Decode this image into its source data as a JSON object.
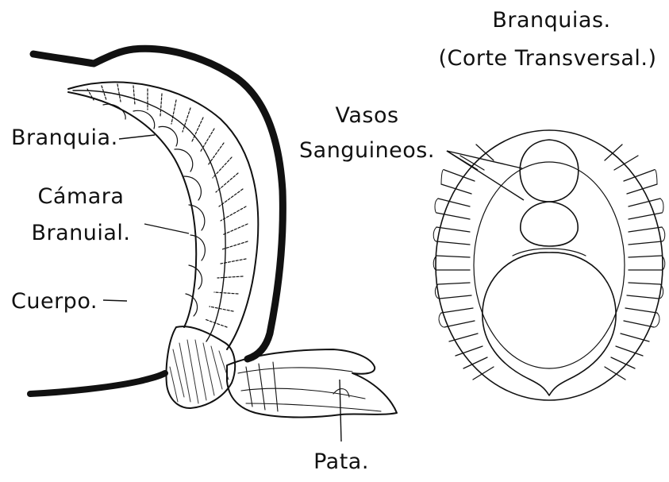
{
  "title": {
    "line1": "Branquias.",
    "line2": "(Corte Transversal.)"
  },
  "labels": {
    "branquia": "Branquia.",
    "camara_line1": "Cámara",
    "camara_line2": "Branuial.",
    "cuerpo": "Cuerpo.",
    "vasos_line1": "Vasos",
    "vasos_line2": "Sanguineos.",
    "pata": "Pata."
  },
  "colors": {
    "ink": "#111111",
    "paper": "#ffffff"
  }
}
